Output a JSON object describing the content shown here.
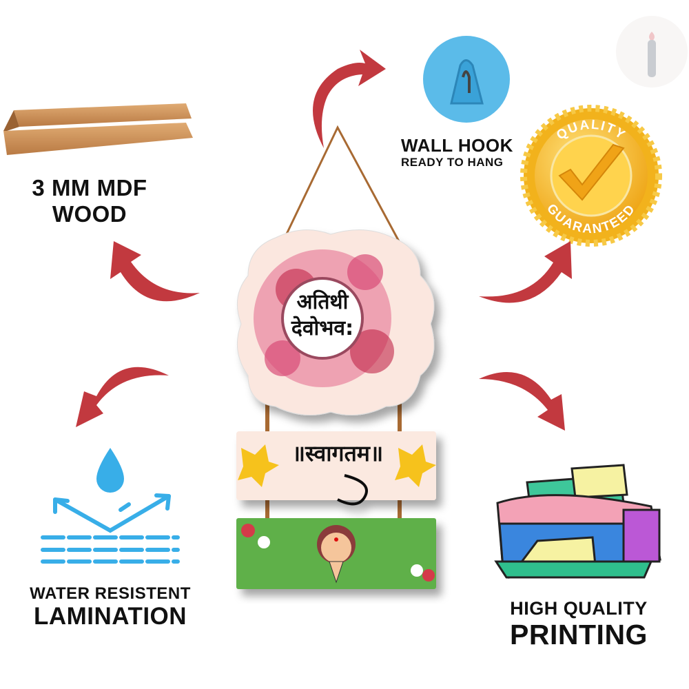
{
  "features": {
    "wood": {
      "line1": "3 MM MDF",
      "line2": "WOOD"
    },
    "hook": {
      "title": "WALL HOOK",
      "subtitle": "READY TO HANG"
    },
    "quality": {
      "top": "QUALITY",
      "bottom": "GUARANTEED"
    },
    "water": {
      "line1": "WATER RESISTENT",
      "line2": "LAMINATION"
    },
    "printing": {
      "line1": "HIGH QUALITY",
      "line2": "PRINTING"
    }
  },
  "product": {
    "plaque_line1": "अतिथी",
    "plaque_line2": "देवोभव:",
    "sign_text": "॥स्वागतम॥"
  },
  "brand": {
    "logo_letter": "i"
  },
  "colors": {
    "arrow": "#c2393f",
    "hook": "#5bbbe9",
    "gold": "#f2b21c",
    "green": "#5fb04a",
    "sign": "#fbe9e0"
  }
}
